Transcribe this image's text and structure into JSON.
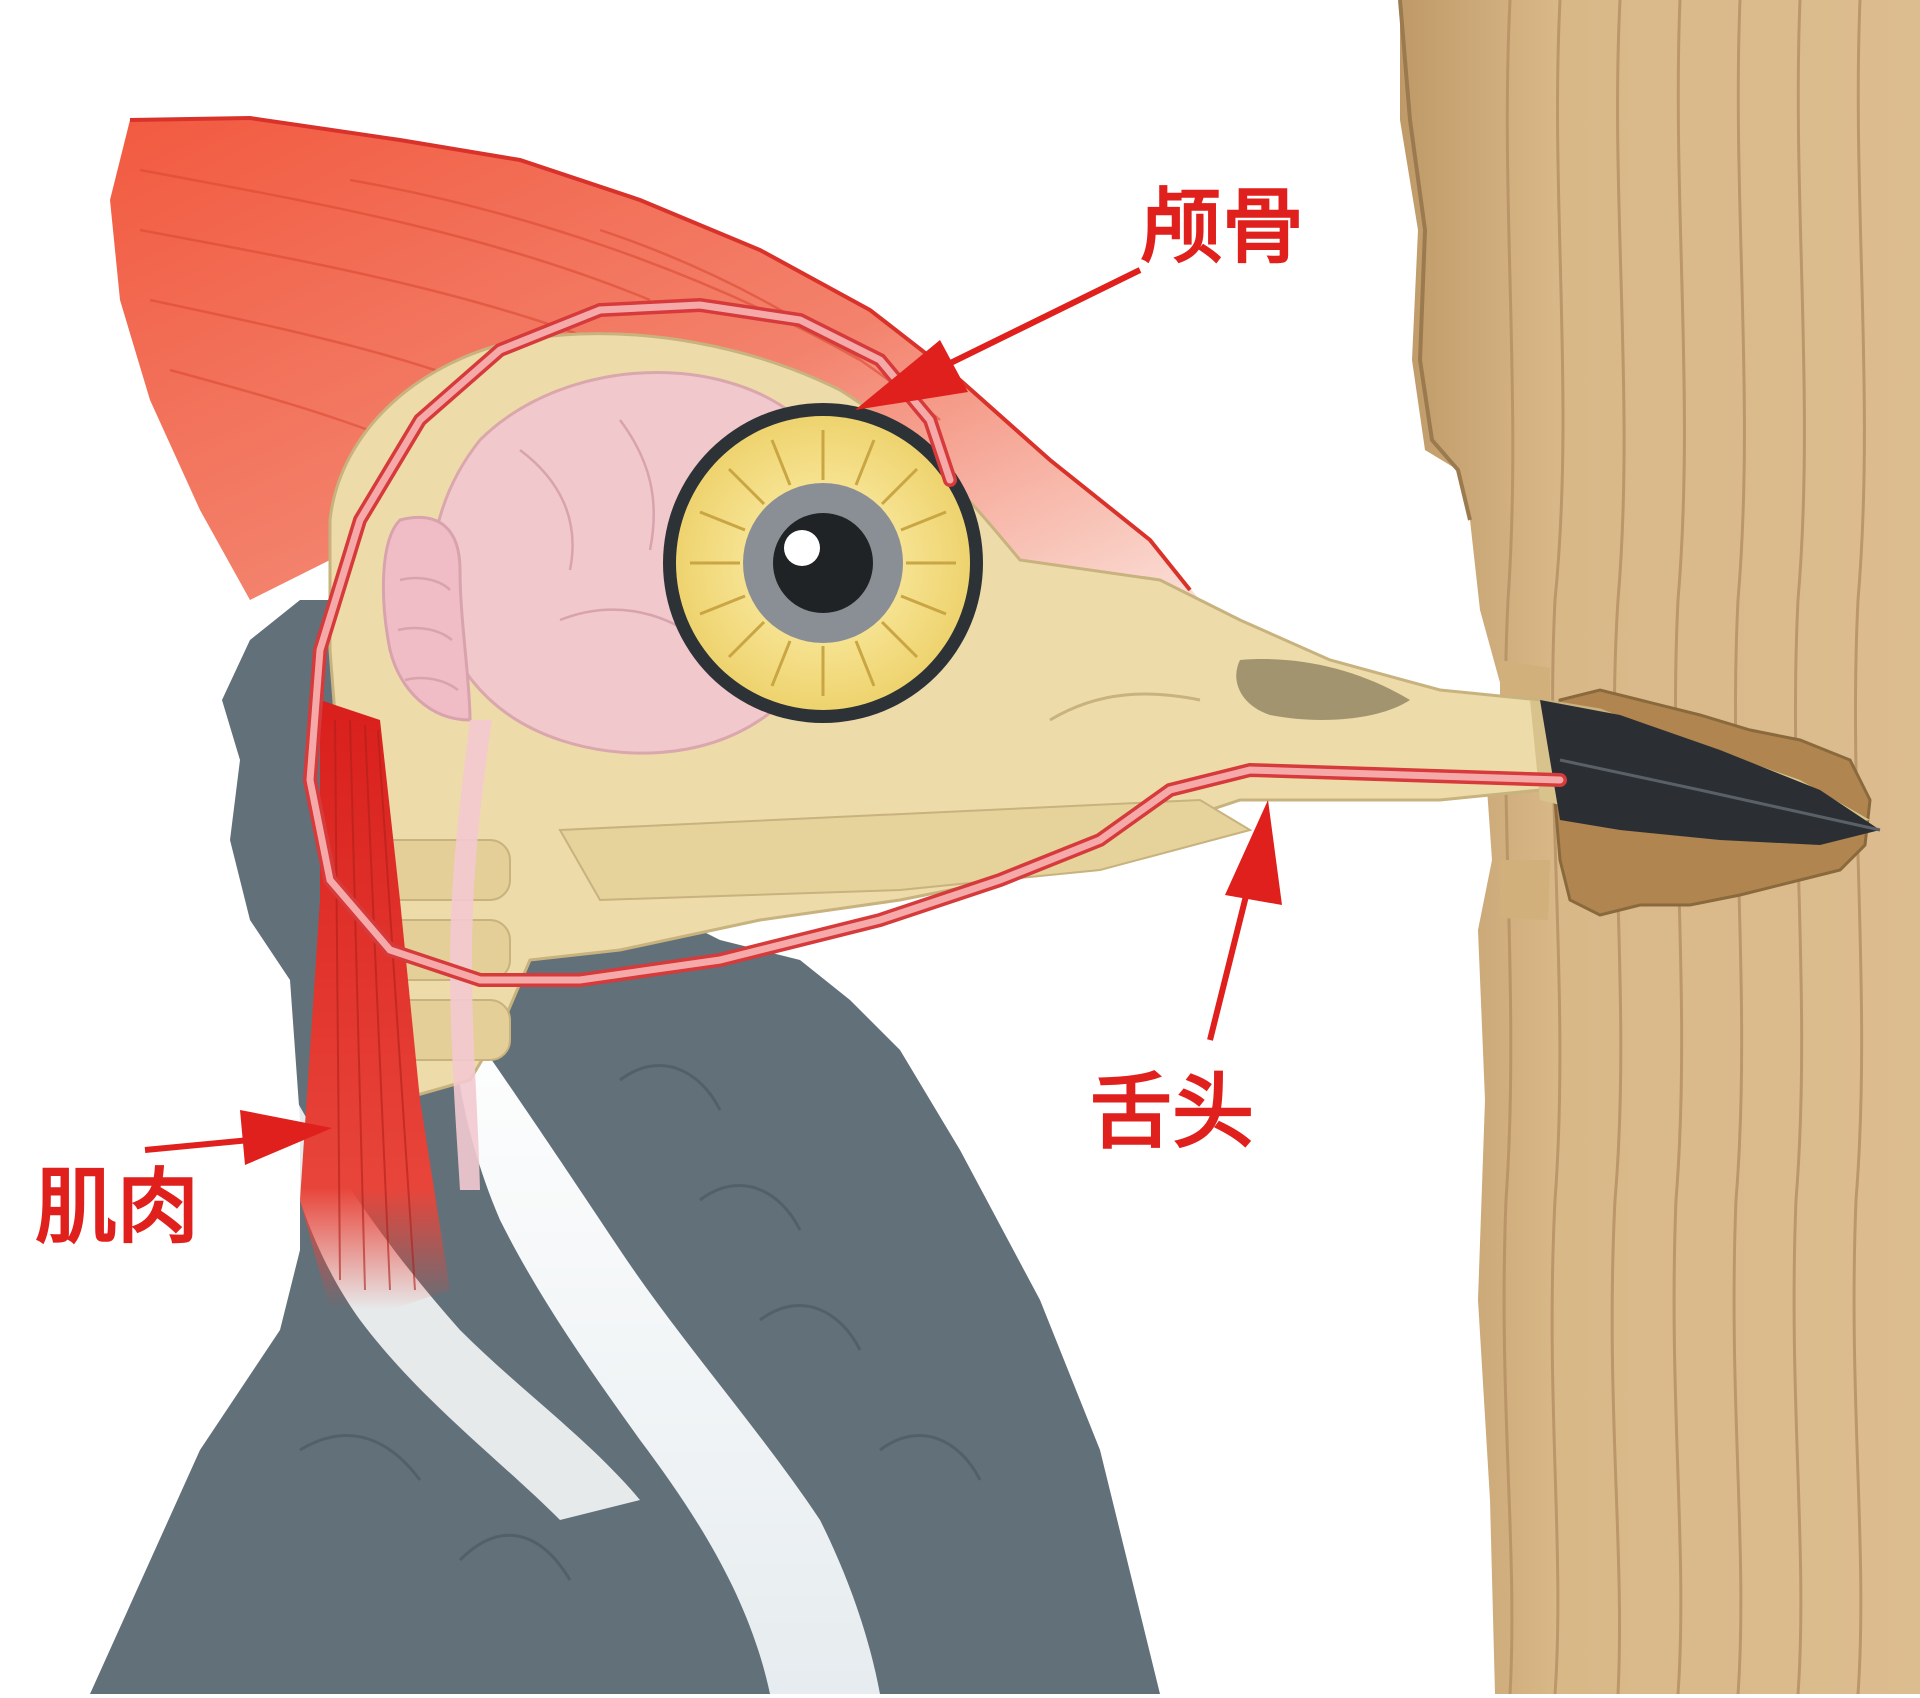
{
  "labels": {
    "skull": "颅骨",
    "tongue": "舌头",
    "muscle": "肌肉"
  },
  "colors": {
    "background": "#ffffff",
    "label_red": "#e0201c",
    "crest_red": "#f06a50",
    "bone": "#efdca8",
    "brain": "#f0c4cc",
    "feather_dark": "#5f6c74",
    "wood_light": "#d9b687",
    "wood_dark": "#a88559",
    "tongue_pink": "#f0a0a0",
    "muscle_red": "#e0302a",
    "eye_yellow": "#f6e08a",
    "beak_tip": "#2a2e33"
  }
}
